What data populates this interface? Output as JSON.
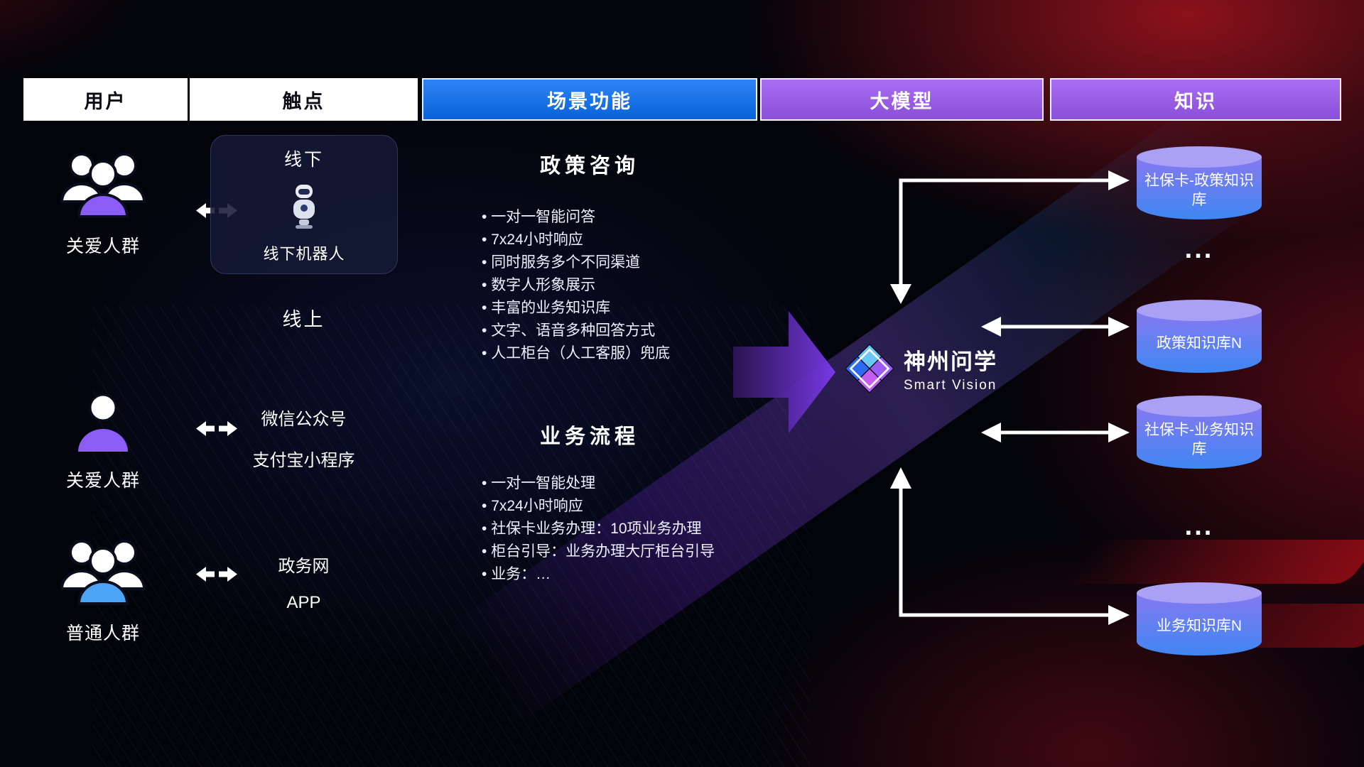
{
  "header": {
    "columns": [
      {
        "label": "用户"
      },
      {
        "label": "触点"
      },
      {
        "label": "场景功能"
      },
      {
        "label": "大模型"
      },
      {
        "label": "知识"
      }
    ]
  },
  "colors": {
    "blue_header": "#0a6ff2",
    "purple_header": "#9b57f0",
    "person_purple": "#8b5cf6",
    "person_blue": "#4da3f5",
    "cylinder_top": "#aaa1f7",
    "cylinder_body_top": "#8679f0",
    "cylinder_body_bottom": "#3f86f2",
    "flow_arrow_dark": "#31175e",
    "flow_arrow_light": "#7c3aed"
  },
  "users": [
    {
      "label": "关爱人群",
      "icon": "group-people-purple"
    },
    {
      "label": "关爱人群",
      "icon": "single-person-purple"
    },
    {
      "label": "普通人群",
      "icon": "group-people-blue"
    }
  ],
  "touchpoints": {
    "offline_label": "线下",
    "offline_robot_label": "线下机器人",
    "online_label": "线上",
    "wechat": "微信公众号",
    "alipay": "支付宝小程序",
    "gov_web": "政务网",
    "app": "APP"
  },
  "scenarios": [
    {
      "title": "政策咨询",
      "bullets": [
        "一对一智能问答",
        "7x24小时响应",
        "同时服务多个不同渠道",
        "数字人形象展示",
        "丰富的业务知识库",
        "文字、语音多种回答方式",
        "人工柜台（人工客服）兜底"
      ]
    },
    {
      "title": "业务流程",
      "bullets": [
        "一对一智能处理",
        "7x24小时响应",
        "社保卡业务办理：10项业务办理",
        "柜台引导：业务办理大厅柜台引导",
        "业务：…"
      ]
    }
  ],
  "model": {
    "name": "神州问学",
    "subtitle": "Smart Vision"
  },
  "knowledge": {
    "items": [
      {
        "type": "db",
        "label": "社保卡-政策知识库"
      },
      {
        "type": "dots",
        "label": "..."
      },
      {
        "type": "db",
        "label": "政策知识库N"
      },
      {
        "type": "db",
        "label": "社保卡-业务知识库"
      },
      {
        "type": "dots",
        "label": "..."
      },
      {
        "type": "db",
        "label": "业务知识库N"
      }
    ]
  }
}
